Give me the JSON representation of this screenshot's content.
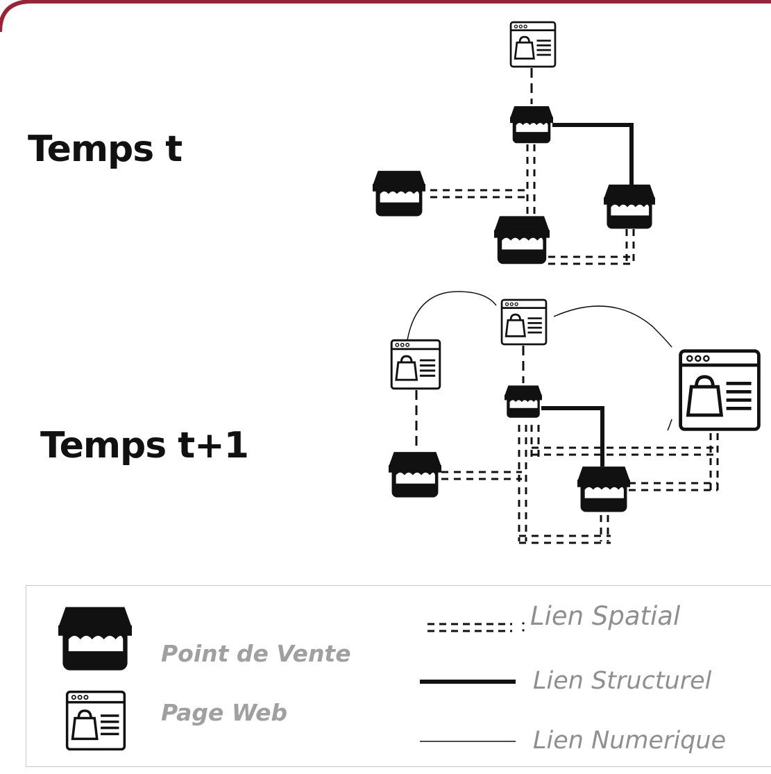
{
  "labels": {
    "time_t": "Temps t",
    "time_t1": "Temps t+1"
  },
  "legend": {
    "point_de_vente": "Point de Vente",
    "page_web": "Page Web",
    "lien_spatial": "Lien Spatial",
    "lien_structurel": "Lien Structurel",
    "lien_numerique": "Lien Numerique"
  },
  "colors": {
    "frame_accent": "#9b2335",
    "node_fill": "#111111",
    "legend_text": "#8f8f8f",
    "legend_border": "#c8c8c8"
  },
  "icons": {
    "store": "store-icon",
    "web_page": "web-page-icon"
  }
}
